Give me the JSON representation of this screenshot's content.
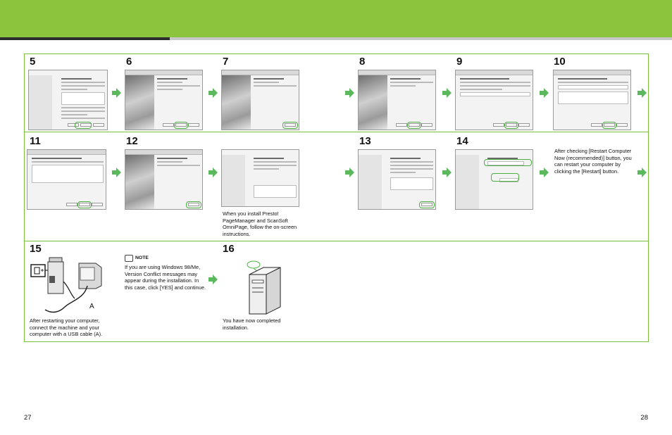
{
  "colors": {
    "band": "#8cc43e",
    "frame": "#7bbf3a",
    "arrow": "#5cb85c"
  },
  "steps": {
    "s5": "5",
    "s6": "6",
    "s7": "7",
    "s8": "8",
    "s9": "9",
    "s10": "10",
    "s11": "11",
    "s12": "12",
    "s13": "13",
    "s14": "14",
    "s15": "15",
    "s16": "16"
  },
  "captions": {
    "step10_note": "After checking [Restart Computer Now (recommended)] button, you can restart your computer by clicking the [Restart] button.",
    "step12_note": "When you install Presto! PageManager and ScanSoft OmniPage, follow the on-screen instructions.",
    "step15_caption": "After restarting your computer, connect the machine and your computer with a USB cable (A).",
    "step15_label": "A",
    "note_title": "NOTE",
    "note_text": "If you are using Windows 98/Me, Version Conflict messages may appear during the installation. In this case, click [YES] and continue.",
    "step16_caption": "You have now completed installation."
  },
  "icons": [
    "arrow-right-icon",
    "note-icon",
    "usb-port-icon",
    "printer-illustration",
    "computer-illustration"
  ],
  "pages": {
    "left": "27",
    "right": "28"
  }
}
